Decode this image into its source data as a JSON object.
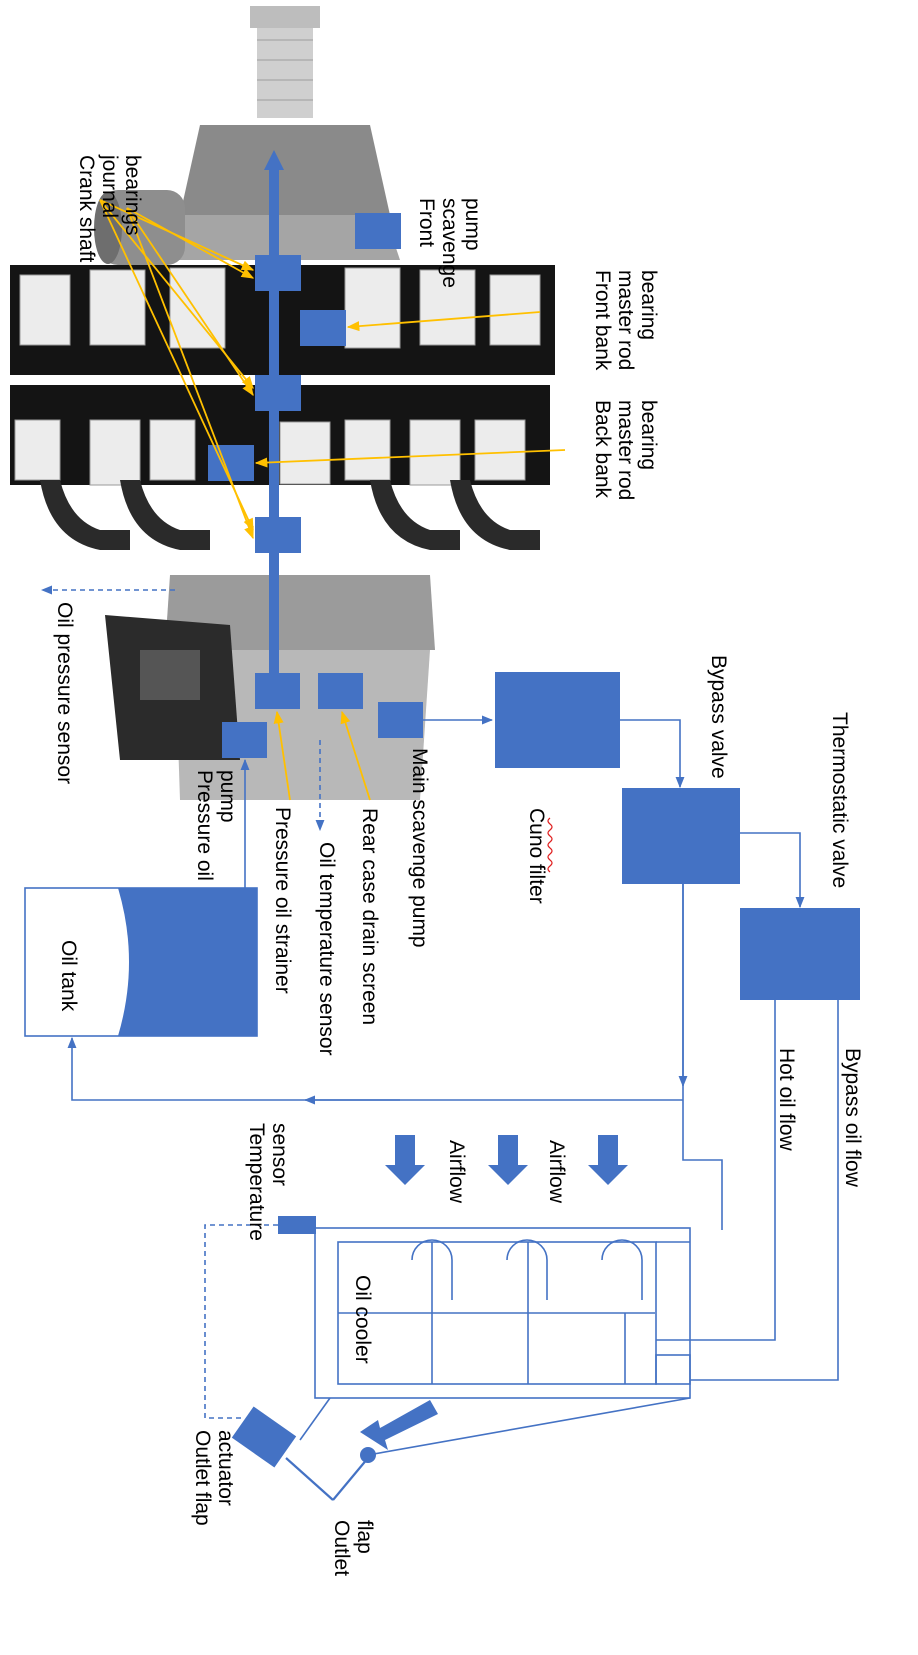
{
  "labels": {
    "crank_shaft_line1": "Crank shaft",
    "crank_shaft_line2": "journal",
    "crank_shaft_line3": "bearings",
    "front_scavenge_line1": "Front",
    "front_scavenge_line2": "scavenge",
    "front_scavenge_line3": "pump",
    "front_bank_line1": "Front bank",
    "front_bank_line2": "master rod",
    "front_bank_line3": "bearing",
    "back_bank_line1": "Back bank",
    "back_bank_line2": "master rod",
    "back_bank_line3": "bearing",
    "oil_pressure_sensor": "Oil pressure sensor",
    "pressure_oil_pump_line1": "Pressure oil",
    "pressure_oil_pump_line2": "pump",
    "pressure_oil_strainer": "Pressure oil strainer",
    "oil_temperature_sensor": "Oil temperature sensor",
    "rear_case_drain_screen": "Rear case drain screen",
    "main_scavenge_pump": "Main scavenge pump",
    "cuno_filter": "Cuno filter",
    "bypass_valve": "Bypass valve",
    "thermostatic_valve": "Thermostatic valve",
    "oil_tank": "Oil tank",
    "hot_oil_flow": "Hot oil flow",
    "bypass_oil_flow": "Bypass oil flow",
    "temperature_sensor_line1": "Temperature",
    "temperature_sensor_line2": "sensor",
    "airflow_1": "Airflow",
    "airflow_2": "Airflow",
    "oil_cooler": "Oil cooler",
    "outlet_flap_actuator_line1": "Outlet flap",
    "outlet_flap_actuator_line2": "actuator",
    "outlet_flap_line1": "Outlet",
    "outlet_flap_line2": "flap"
  },
  "colors": {
    "component_blue": "#4472c4",
    "pointer_yellow": "#ffc000"
  }
}
